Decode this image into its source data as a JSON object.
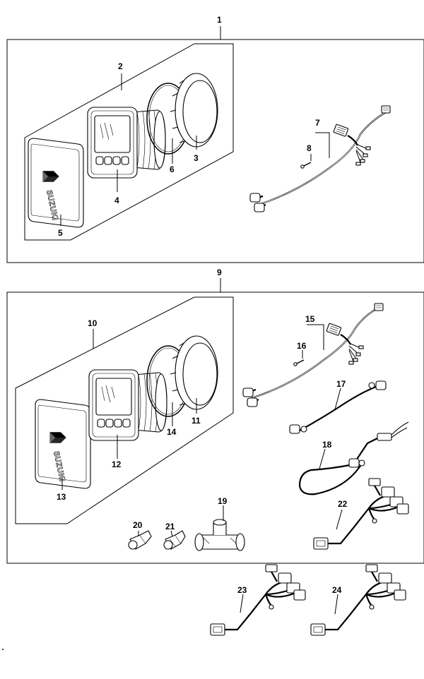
{
  "diagram": {
    "callouts": [
      {
        "id": "1",
        "label": "1"
      },
      {
        "id": "2",
        "label": "2"
      },
      {
        "id": "3",
        "label": "3"
      },
      {
        "id": "4",
        "label": "4"
      },
      {
        "id": "5",
        "label": "5"
      },
      {
        "id": "6",
        "label": "6"
      },
      {
        "id": "7",
        "label": "7"
      },
      {
        "id": "8",
        "label": "8"
      },
      {
        "id": "9",
        "label": "9"
      },
      {
        "id": "10",
        "label": "10"
      },
      {
        "id": "11",
        "label": "11"
      },
      {
        "id": "12",
        "label": "12"
      },
      {
        "id": "13",
        "label": "13"
      },
      {
        "id": "14",
        "label": "14"
      },
      {
        "id": "15",
        "label": "15"
      },
      {
        "id": "16",
        "label": "16"
      },
      {
        "id": "17",
        "label": "17"
      },
      {
        "id": "18",
        "label": "18"
      },
      {
        "id": "19",
        "label": "19"
      },
      {
        "id": "20",
        "label": "20"
      },
      {
        "id": "21",
        "label": "21"
      },
      {
        "id": "22",
        "label": "22"
      },
      {
        "id": "23",
        "label": "23"
      },
      {
        "id": "24",
        "label": "24"
      }
    ],
    "logo_text": "SUZUKI"
  }
}
